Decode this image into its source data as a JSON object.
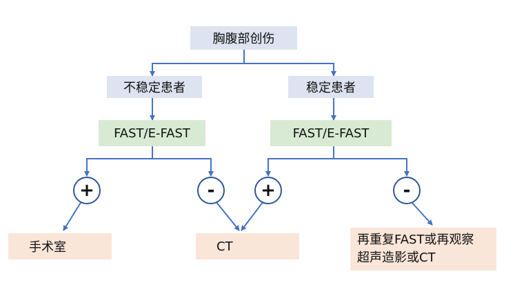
{
  "nodes": {
    "root": "胸腹部创伤",
    "unstable": "不稳定患者",
    "stable": "稳定患者",
    "fast_left": "FAST/E-FAST",
    "fast_right": "FAST/E-FAST",
    "surgery": "手术室",
    "ct": "CT",
    "repeat_line1": "再重复FAST或再观察",
    "repeat_line2": "超声造影或CT"
  },
  "signs": {
    "pos_left": "+",
    "neg_left": "-",
    "pos_right": "+",
    "neg_right": "-"
  },
  "colors": {
    "arrow": "#4472c4",
    "sign_border": "#2f5597",
    "box_blue": "#dde3f0",
    "box_green": "#d8ead3",
    "box_peach": "#fae5d9"
  }
}
